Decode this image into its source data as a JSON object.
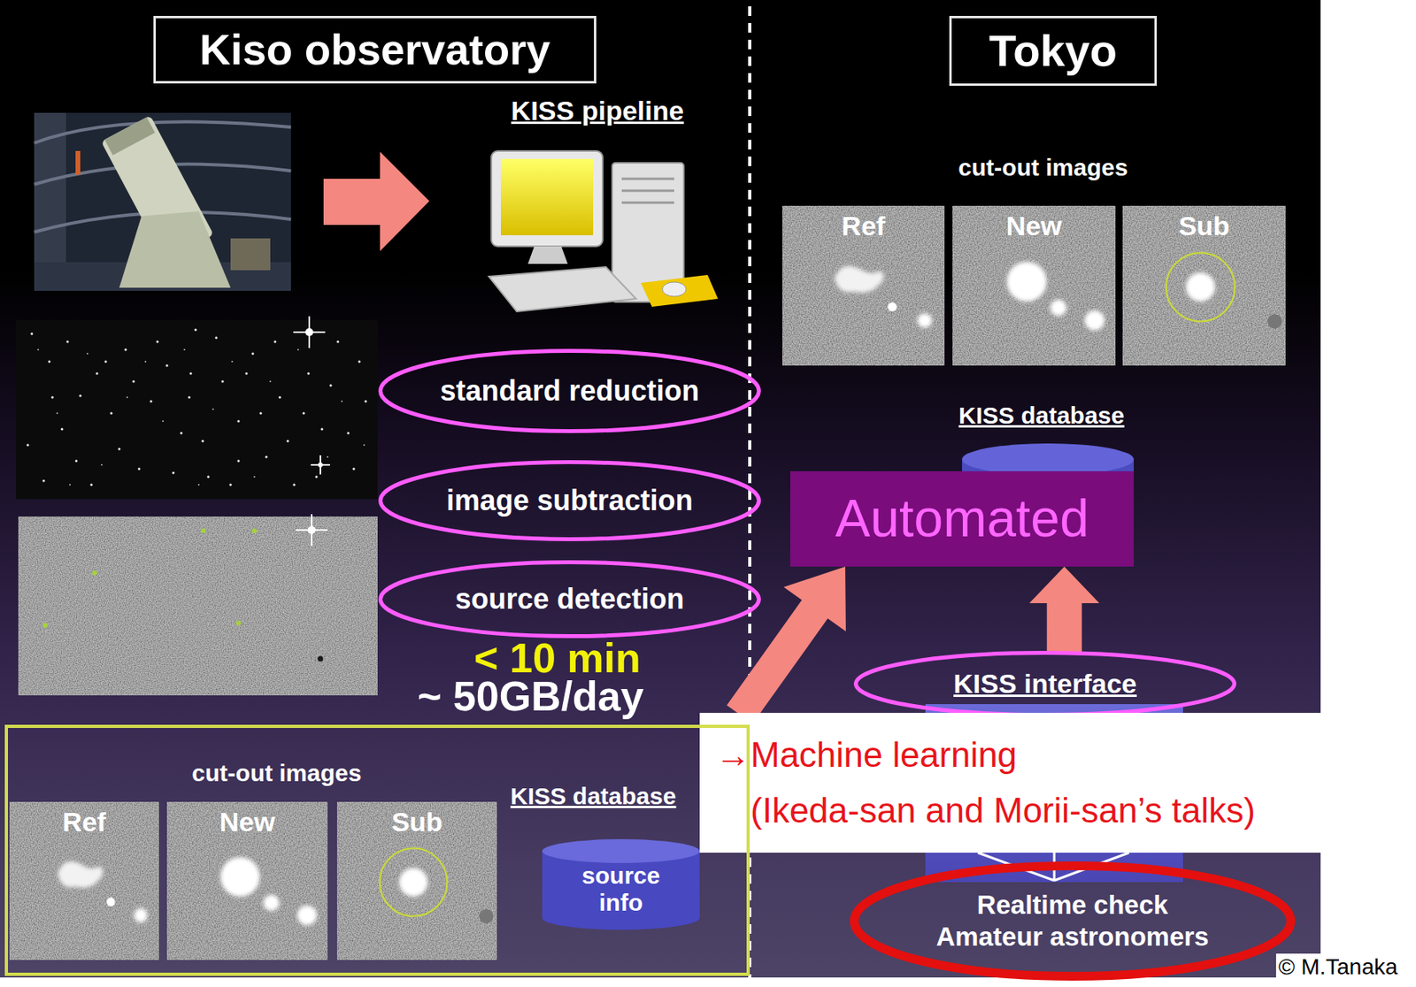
{
  "diagram": {
    "nodes": [
      {
        "text": [
          "Kiso observatory"
        ]
      },
      {
        "text": [
          "Tokyo"
        ]
      },
      {
        "text": [
          "KISS pipeline"
        ]
      },
      {
        "text": [
          "Ref"
        ]
      },
      {
        "text": [
          "New"
        ]
      },
      {
        "text": [
          "Sub"
        ]
      },
      {
        "text": [
          "standard reduction"
        ]
      },
      {
        "text": [
          "image subtraction"
        ]
      },
      {
        "text": [
          "Automated"
        ]
      },
      {
        "text": [
          "source detection"
        ]
      },
      {
        "text": [
          "KISS interface"
        ]
      },
      {
        "text": [
          "→Machine learning",
          "(Ikeda-san and Morii-san’s talks)"
        ]
      },
      {
        "text": [
          "cut-out images"
        ]
      },
      {
        "text": [
          "Ref"
        ],
        "in": 12
      },
      {
        "text": [
          "New"
        ],
        "in": 12
      },
      {
        "text": [
          "Sub"
        ],
        "in": 12
      },
      {
        "text": [
          "KISS database",
          "source info"
        ],
        "in": 12
      },
      {
        "text": [
          "Realtime check",
          "Amateur astronomers"
        ]
      }
    ],
    "edges": [
      {
        "from": 11,
        "to": 8,
        "arrow": "to"
      },
      {
        "from": 10,
        "to": 8,
        "arrow": "to"
      }
    ],
    "labels": [
      "cut-out images",
      "KISS database",
      "< 10 min",
      "~ 50GB/day",
      "© M.Tanaka"
    ]
  }
}
